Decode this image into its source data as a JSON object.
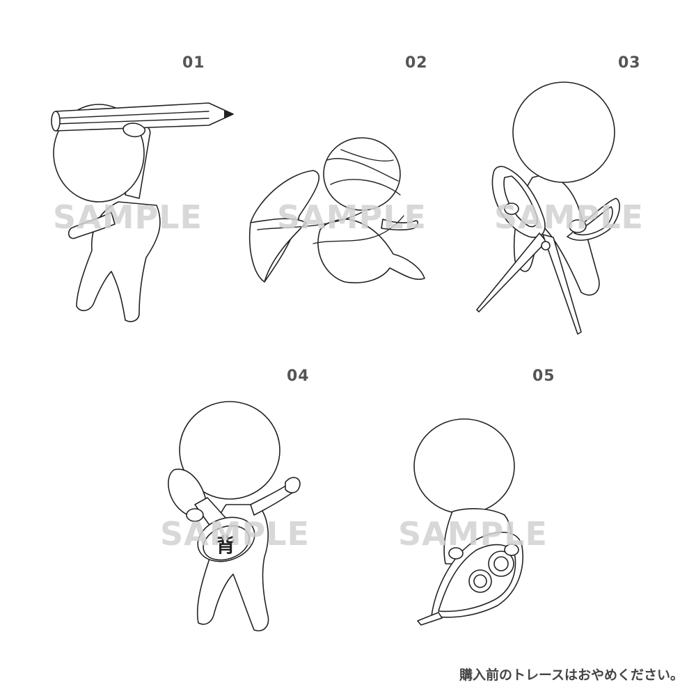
{
  "panels": [
    {
      "number": "01",
      "prop": "pencil"
    },
    {
      "number": "02",
      "prop": "rubber-band"
    },
    {
      "number": "03",
      "prop": "scissors"
    },
    {
      "number": "04",
      "prop": "stamp"
    },
    {
      "number": "05",
      "prop": "correction-tape"
    }
  ],
  "watermark": "SAMPLE",
  "notice": "購入前のトレースはおやめください。",
  "stamp_glyph": "背"
}
